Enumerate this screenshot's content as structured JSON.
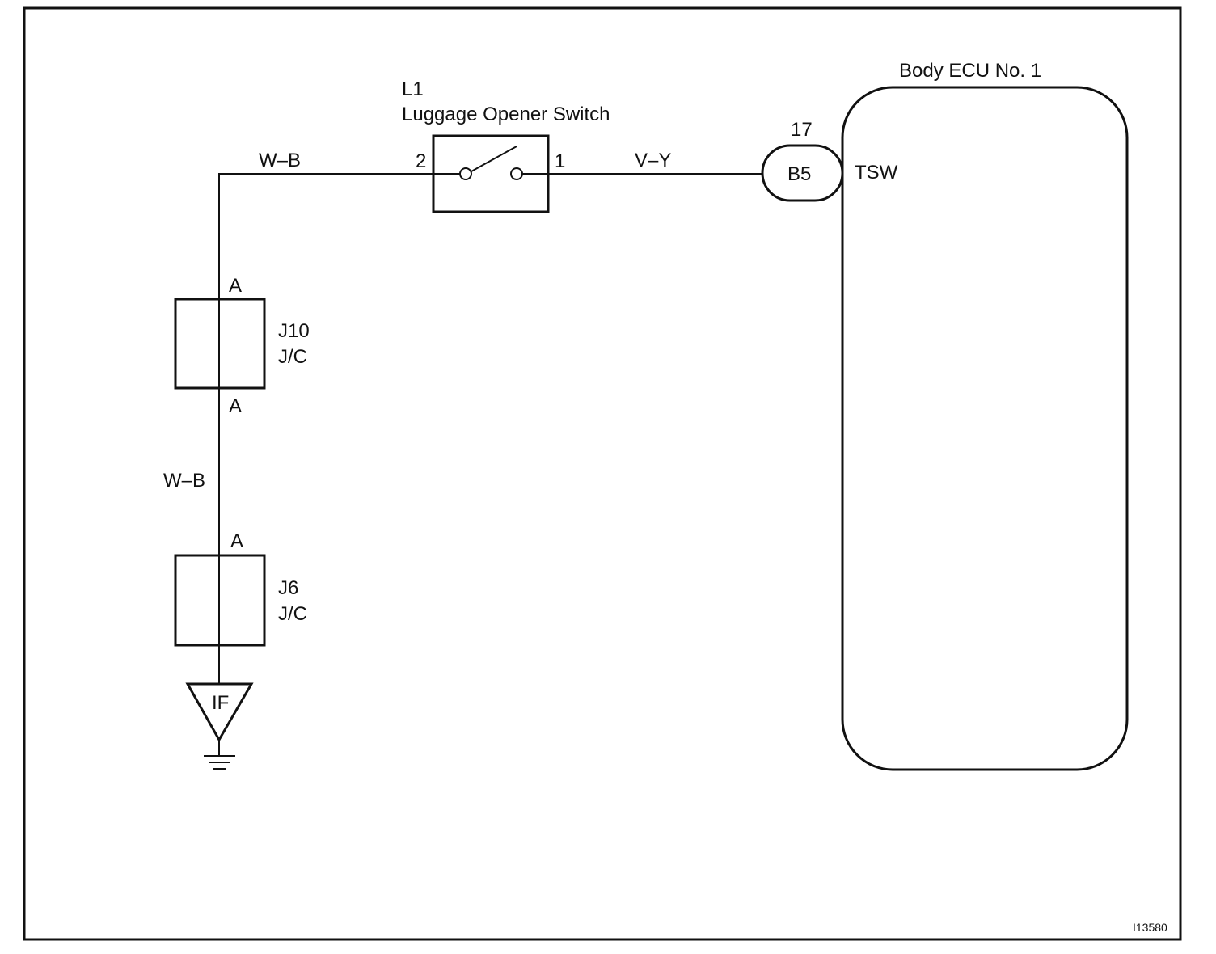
{
  "diagram": {
    "figure_id": "I13580",
    "switch": {
      "code": "L1",
      "name": "Luggage Opener Switch",
      "pin_left": "2",
      "pin_right": "1"
    },
    "wires": {
      "top_left": "W–B",
      "top_right": "V–Y",
      "left_vertical": "W–B"
    },
    "ecu_connector": {
      "pin": "17",
      "code": "B5",
      "terminal": "TSW"
    },
    "ecu": {
      "name": "Body ECU No. 1"
    },
    "junctions": [
      {
        "code": "J10",
        "type": "J/C",
        "top_pin": "A",
        "bottom_pin": "A"
      },
      {
        "code": "J6",
        "type": "J/C",
        "top_pin": "A"
      }
    ],
    "ground": {
      "code": "IF"
    }
  }
}
